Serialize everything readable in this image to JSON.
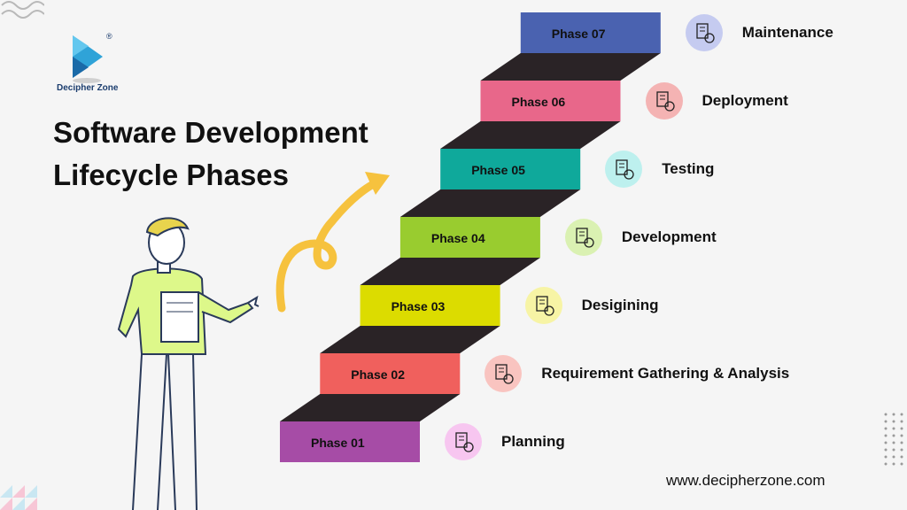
{
  "brand": {
    "name": "Decipher Zone",
    "registered": "®"
  },
  "title": {
    "line1": "Software Development",
    "line2": "Lifecycle Phases"
  },
  "website": "www.decipherzone.com",
  "phases": [
    {
      "label": "Phase 01",
      "name": "Planning",
      "color": "#a64ca6",
      "icon": "planning-icon",
      "icon_bg": "#f7c6f0"
    },
    {
      "label": "Phase 02",
      "name": "Requirement Gathering & Analysis",
      "color": "#f0605d",
      "icon": "requirements-icon",
      "icon_bg": "#f9c4c0"
    },
    {
      "label": "Phase 03",
      "name": "Desigining",
      "color": "#dcdc00",
      "icon": "design-icon",
      "icon_bg": "#f7f4a5"
    },
    {
      "label": "Phase 04",
      "name": "Development",
      "color": "#99cc2f",
      "icon": "development-icon",
      "icon_bg": "#daf1b2"
    },
    {
      "label": "Phase 05",
      "name": "Testing",
      "color": "#0fa99b",
      "icon": "testing-icon",
      "icon_bg": "#bdf0ee"
    },
    {
      "label": "Phase 06",
      "name": "Deployment",
      "color": "#e8678a",
      "icon": "deployment-icon",
      "icon_bg": "#f4b3b3"
    },
    {
      "label": "Phase 07",
      "name": "Maintenance",
      "color": "#4a62b0",
      "icon": "maintenance-icon",
      "icon_bg": "#c5cbf0"
    }
  ],
  "colors": {
    "stair_dark": "#2a2326",
    "arrow": "#f6c23e",
    "shirt": "#ddf88a",
    "hair": "#e8d44d"
  }
}
